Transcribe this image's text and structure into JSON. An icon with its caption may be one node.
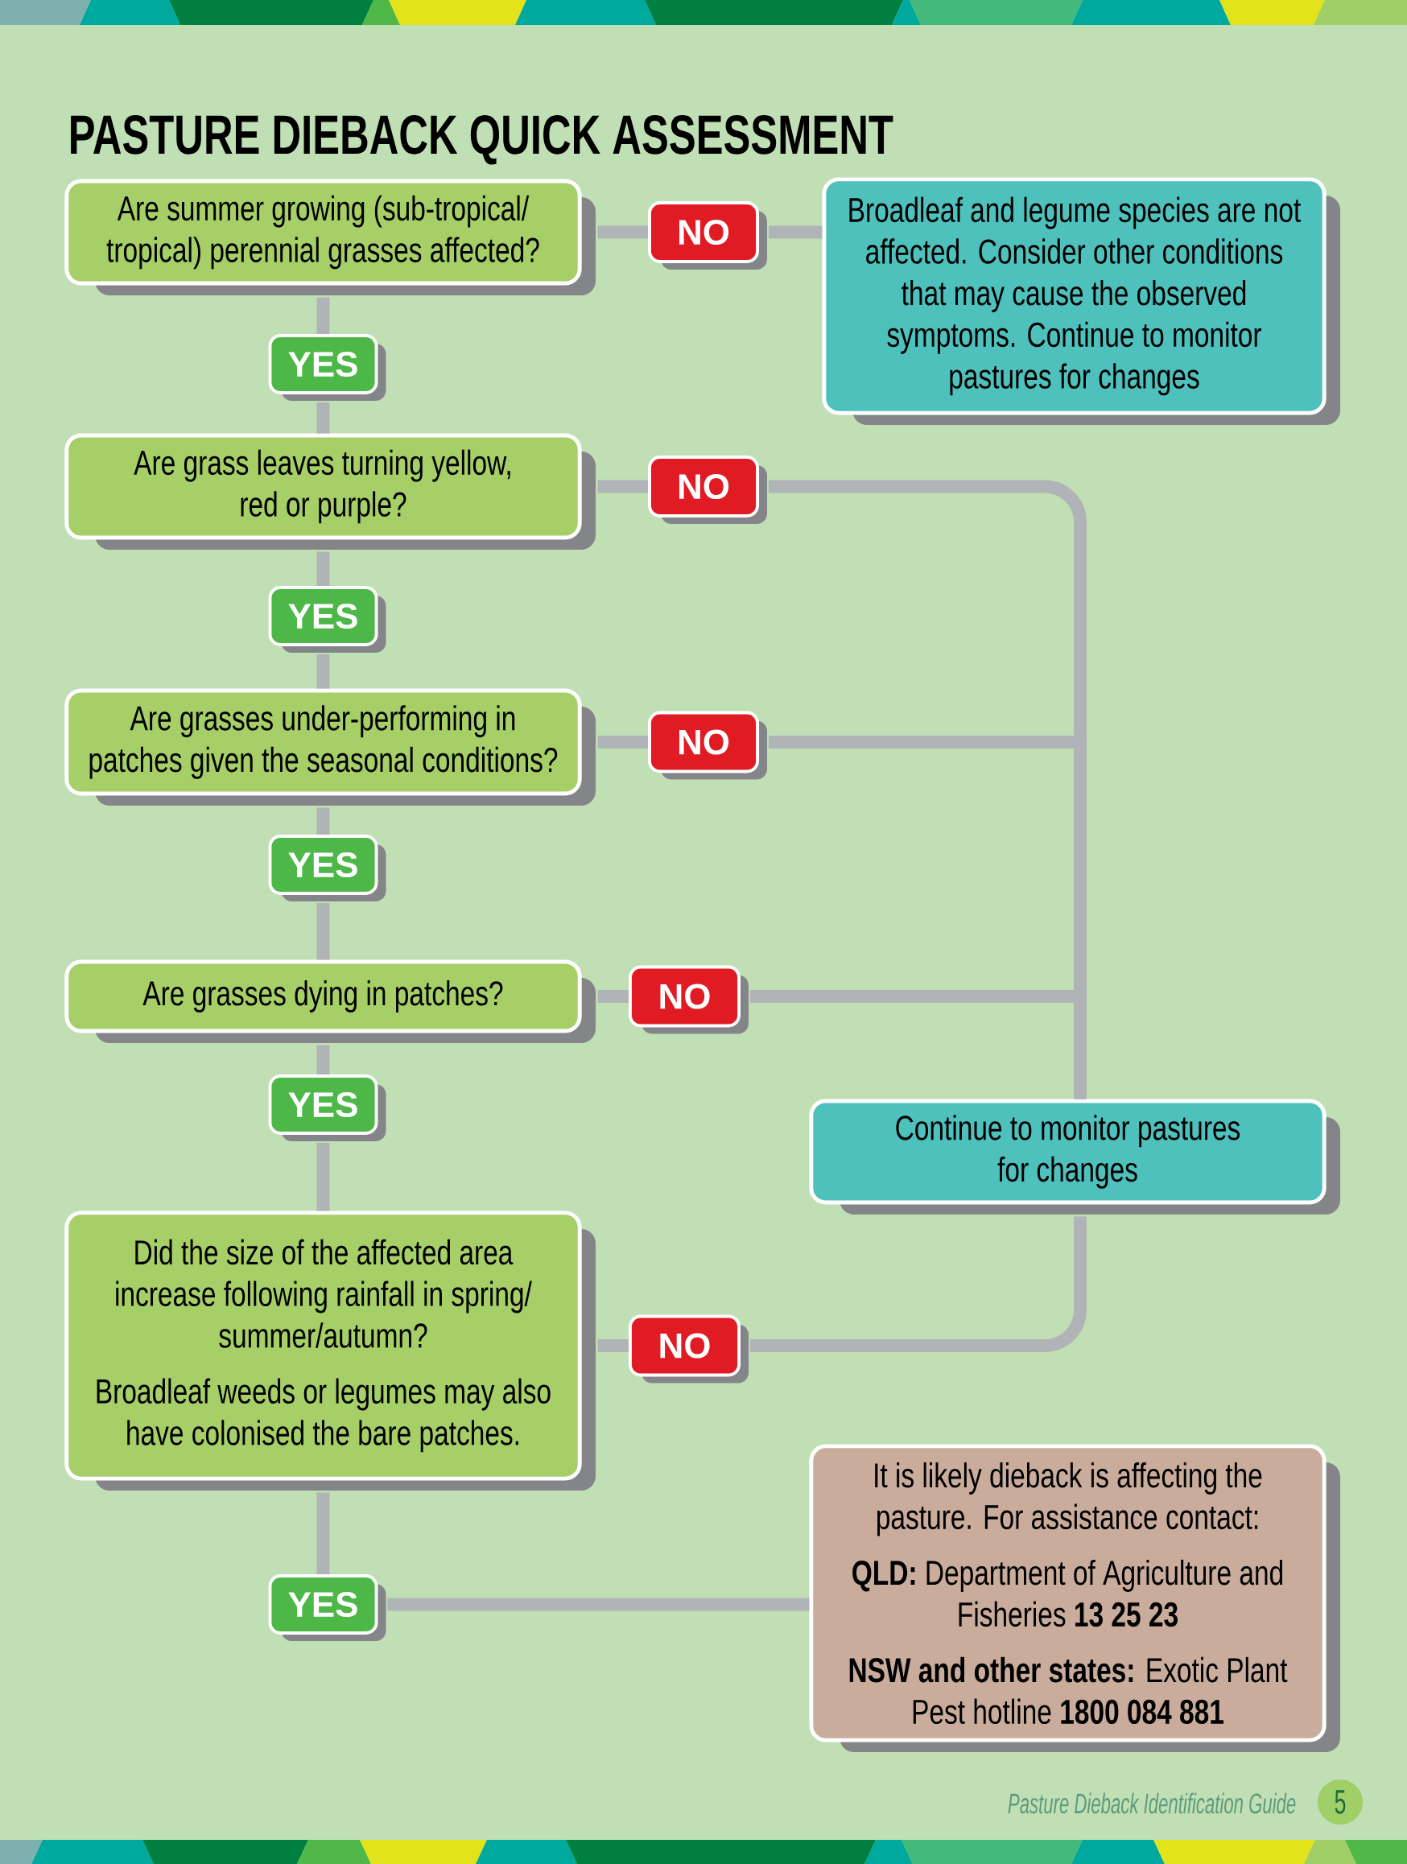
{
  "diagram": {
    "title": "PASTURE DIEBACK QUICK ASSESSMENT",
    "nodes": [
      {
        "text": [
          "Are summer growing (sub-tropical/ tropical) perennial grasses affected?"
        ]
      },
      {
        "text": [
          "NO"
        ]
      },
      {
        "text": [
          "Broadleaf and legume species are not affected. Consider other conditions that may cause the observed symptoms. Continue to monitor pastures for changes"
        ]
      },
      {
        "text": [
          "YES"
        ]
      },
      {
        "text": [
          "Are grass leaves turning yellow, red or purple?"
        ]
      },
      {
        "text": [
          "NO"
        ]
      },
      {
        "text": [
          "YES"
        ]
      },
      {
        "text": [
          "Are grasses under-performing in patches given the seasonal conditions?"
        ]
      },
      {
        "text": [
          "NO"
        ]
      },
      {
        "text": [
          "YES"
        ]
      },
      {
        "text": [
          "Are grasses dying in patches?"
        ]
      },
      {
        "text": [
          "NO"
        ]
      },
      {
        "text": [
          "YES"
        ]
      },
      {
        "text": [
          "Continue to monitor pastures for changes"
        ]
      },
      {
        "text": [
          "Did the size of the affected area increase following rainfall in spring/ summer/autumn?",
          "Broadleaf weeds or legumes may also have colonised the bare patches."
        ]
      },
      {
        "text": [
          "NO"
        ]
      },
      {
        "text": [
          "YES"
        ]
      },
      {
        "text": [
          "It is likely dieback is affecting the pasture. For assistance contact:",
          "**QLD:** Department of Agriculture and Fisheries **13 25 23**",
          "**NSW and other states:** Exotic Plant Pest hotline **1800 084 881**"
        ]
      }
    ],
    "edges": [
      {
        "from": 0,
        "to": 1,
        "arrow": "none"
      },
      {
        "from": 1,
        "to": 2,
        "arrow": "none"
      },
      {
        "from": 0,
        "to": 3,
        "arrow": "none"
      },
      {
        "from": 3,
        "to": 4,
        "arrow": "none"
      },
      {
        "from": 4,
        "to": 5,
        "arrow": "none"
      },
      {
        "from": 5,
        "to": 13,
        "arrow": "none"
      },
      {
        "from": 4,
        "to": 6,
        "arrow": "none"
      },
      {
        "from": 6,
        "to": 7,
        "arrow": "none"
      },
      {
        "from": 7,
        "to": 8,
        "arrow": "none"
      },
      {
        "from": 8,
        "to": 13,
        "arrow": "none"
      },
      {
        "from": 7,
        "to": 9,
        "arrow": "none"
      },
      {
        "from": 9,
        "to": 10,
        "arrow": "none"
      },
      {
        "from": 10,
        "to": 11,
        "arrow": "none"
      },
      {
        "from": 11,
        "to": 13,
        "arrow": "none"
      },
      {
        "from": 10,
        "to": 12,
        "arrow": "none"
      },
      {
        "from": 12,
        "to": 14,
        "arrow": "none"
      },
      {
        "from": 14,
        "to": 15,
        "arrow": "none"
      },
      {
        "from": 15,
        "to": 13,
        "arrow": "none"
      },
      {
        "from": 14,
        "to": 16,
        "arrow": "none"
      },
      {
        "from": 16,
        "to": 17,
        "arrow": "none"
      }
    ],
    "labels": [
      "Pasture Dieback Identification Guide",
      "5"
    ]
  }
}
